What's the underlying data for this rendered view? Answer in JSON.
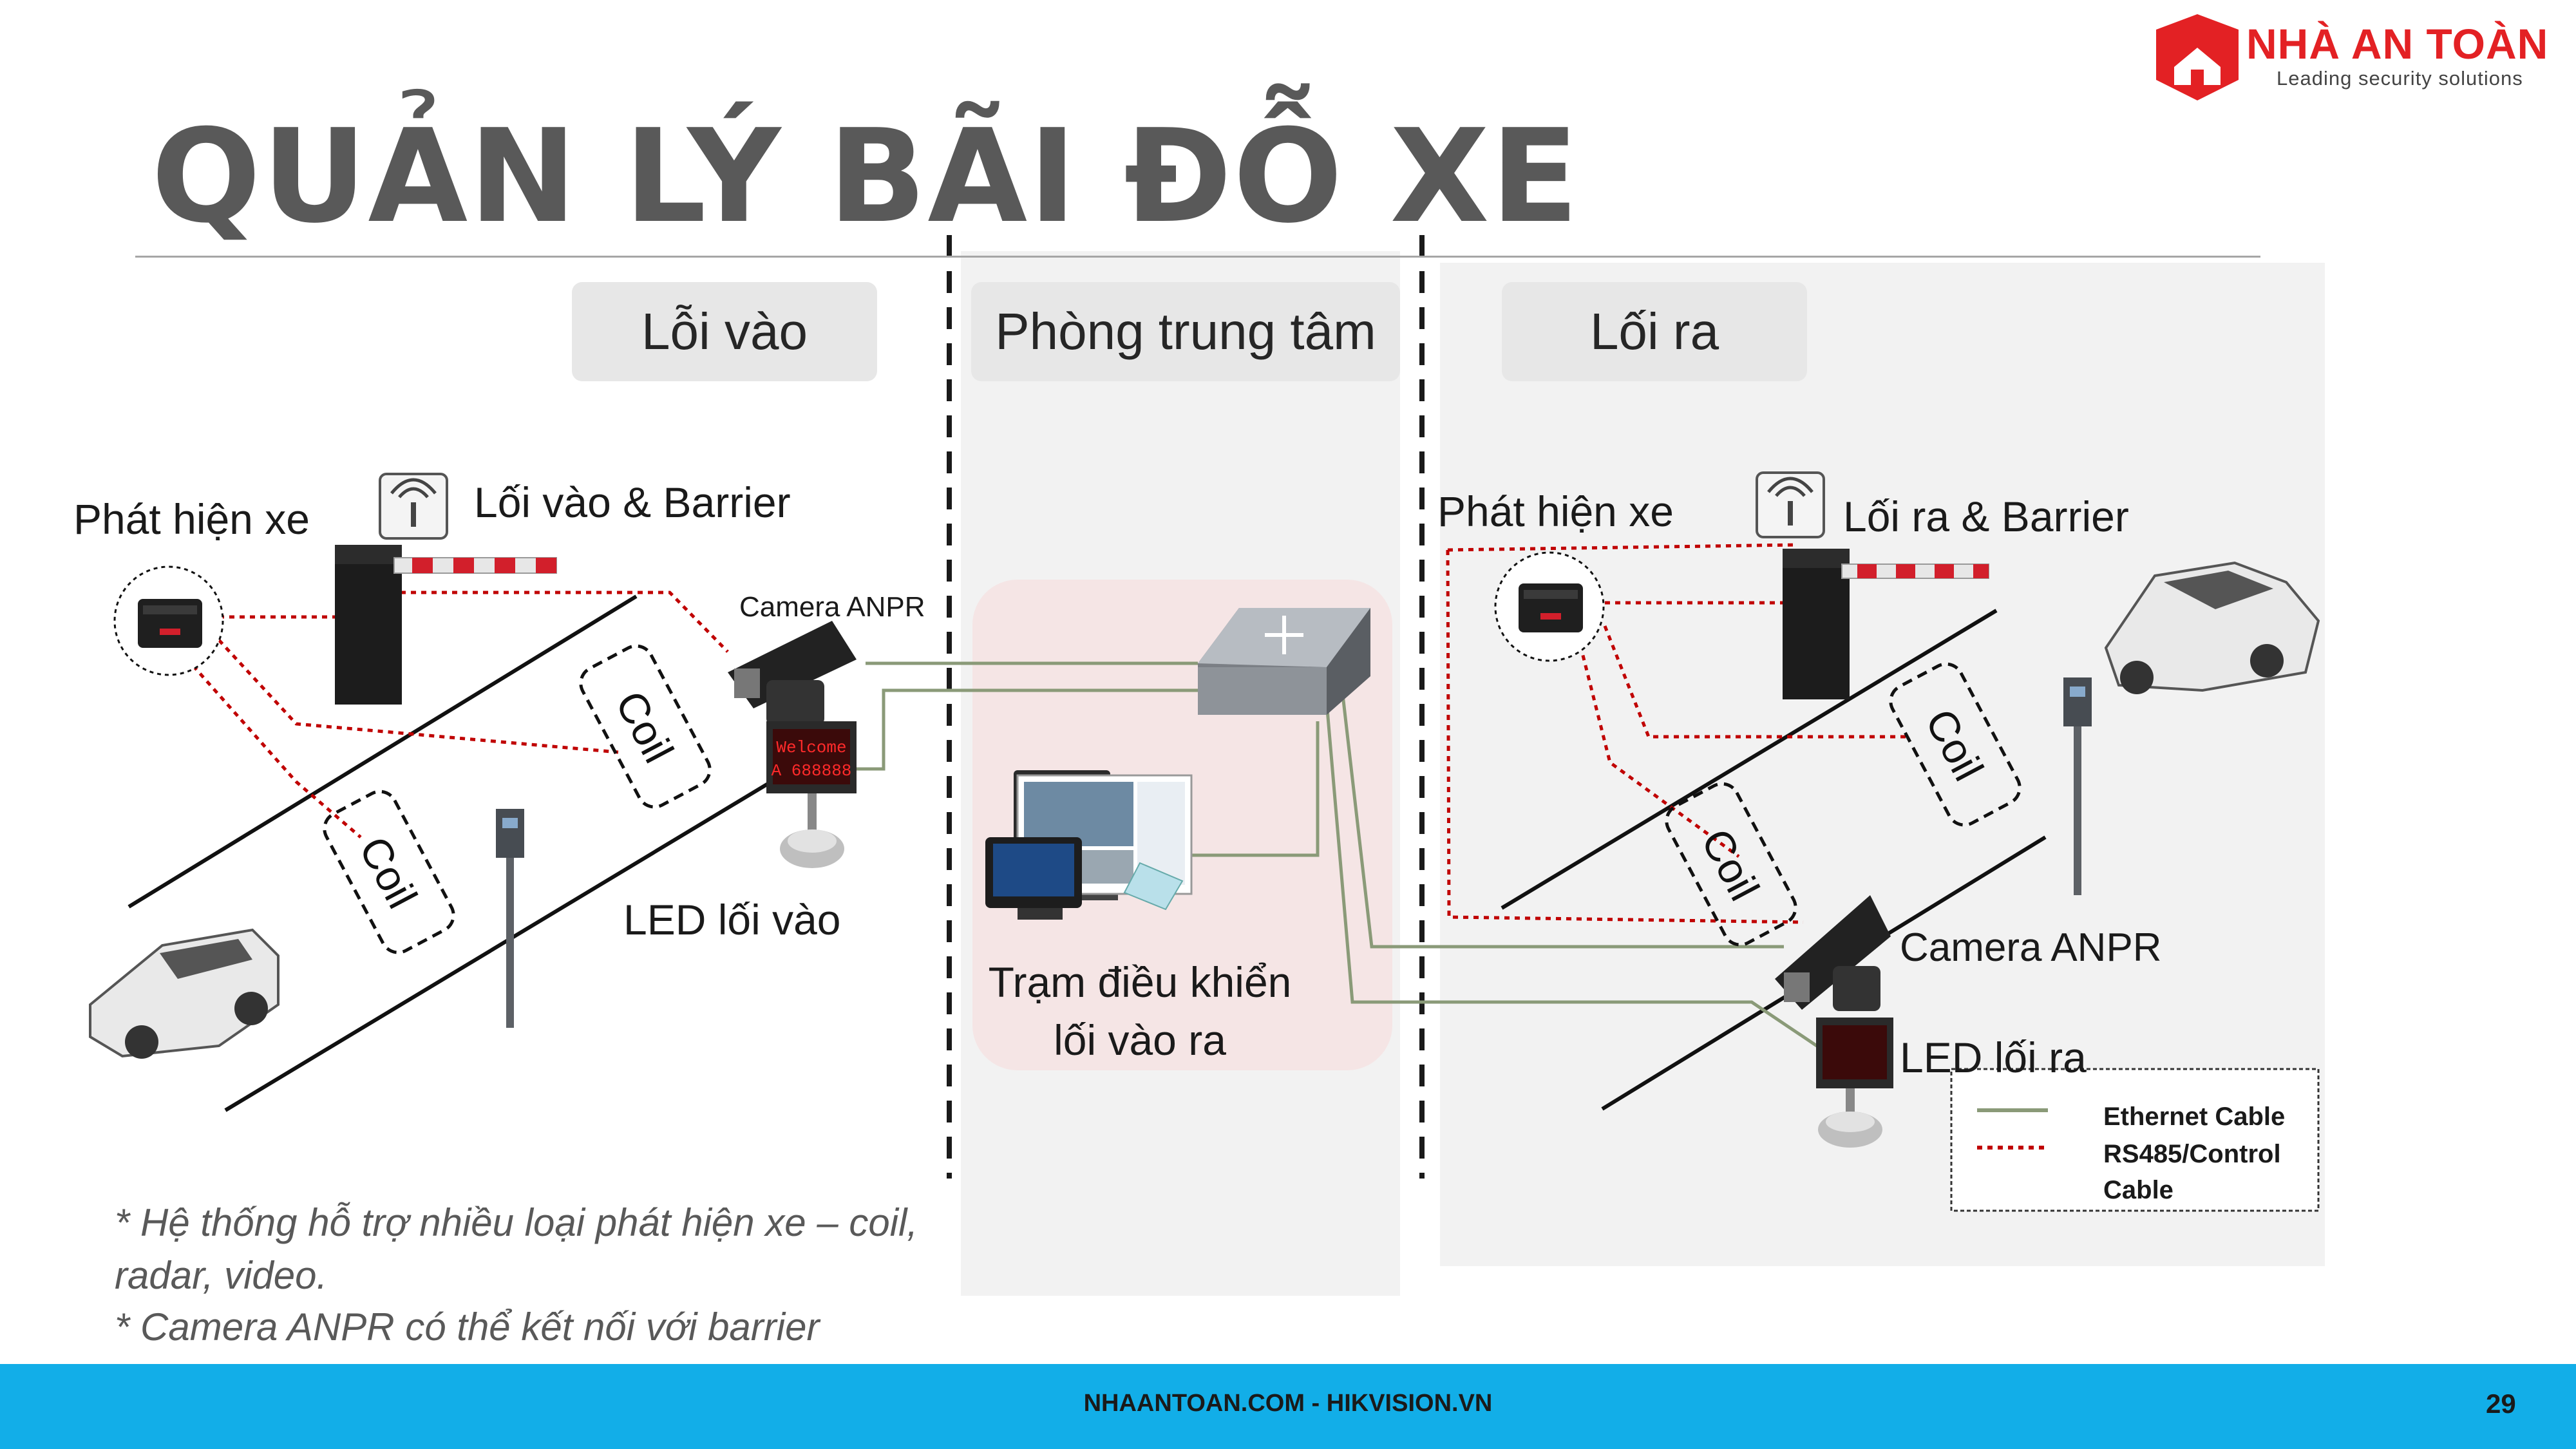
{
  "slide": {
    "title": "QUẢN LÝ BÃI ĐỖ XE",
    "page_number": "29",
    "footer": "NHAANTOAN.COM - HIKVISION.VN"
  },
  "brand": {
    "name": "NHÀ AN TOÀN",
    "tagline": "Leading security solutions",
    "color": "#e32124"
  },
  "zones": {
    "entry": "Lỗi vào",
    "center": "Phòng trung tâm",
    "exit": "Lối ra"
  },
  "entry": {
    "vehicle_detection": "Phát hiện xe",
    "barrier": "Lối vào & Barrier",
    "camera": "Camera ANPR",
    "led": "LED lối vào",
    "coil": "Coil",
    "led_display_lines": [
      "Welcome",
      "A 688888"
    ]
  },
  "center": {
    "workstation": "Trạm điều khiển lối vào ra"
  },
  "exit": {
    "vehicle_detection": "Phát hiện xe",
    "barrier": "Lối ra & Barrier",
    "camera": "Camera ANPR",
    "led": "LED lối ra",
    "coil": "Coil"
  },
  "legend": {
    "ethernet": "Ethernet Cable",
    "rs485": "RS485/Control Cable",
    "ethernet_color": "#8a9a78",
    "rs485_color": "#c00000"
  },
  "notes": [
    "* Hệ thống hỗ trợ nhiều loại phát hiện xe – coil, radar, video.",
    "* Camera ANPR có thể kết nối với barrier"
  ]
}
